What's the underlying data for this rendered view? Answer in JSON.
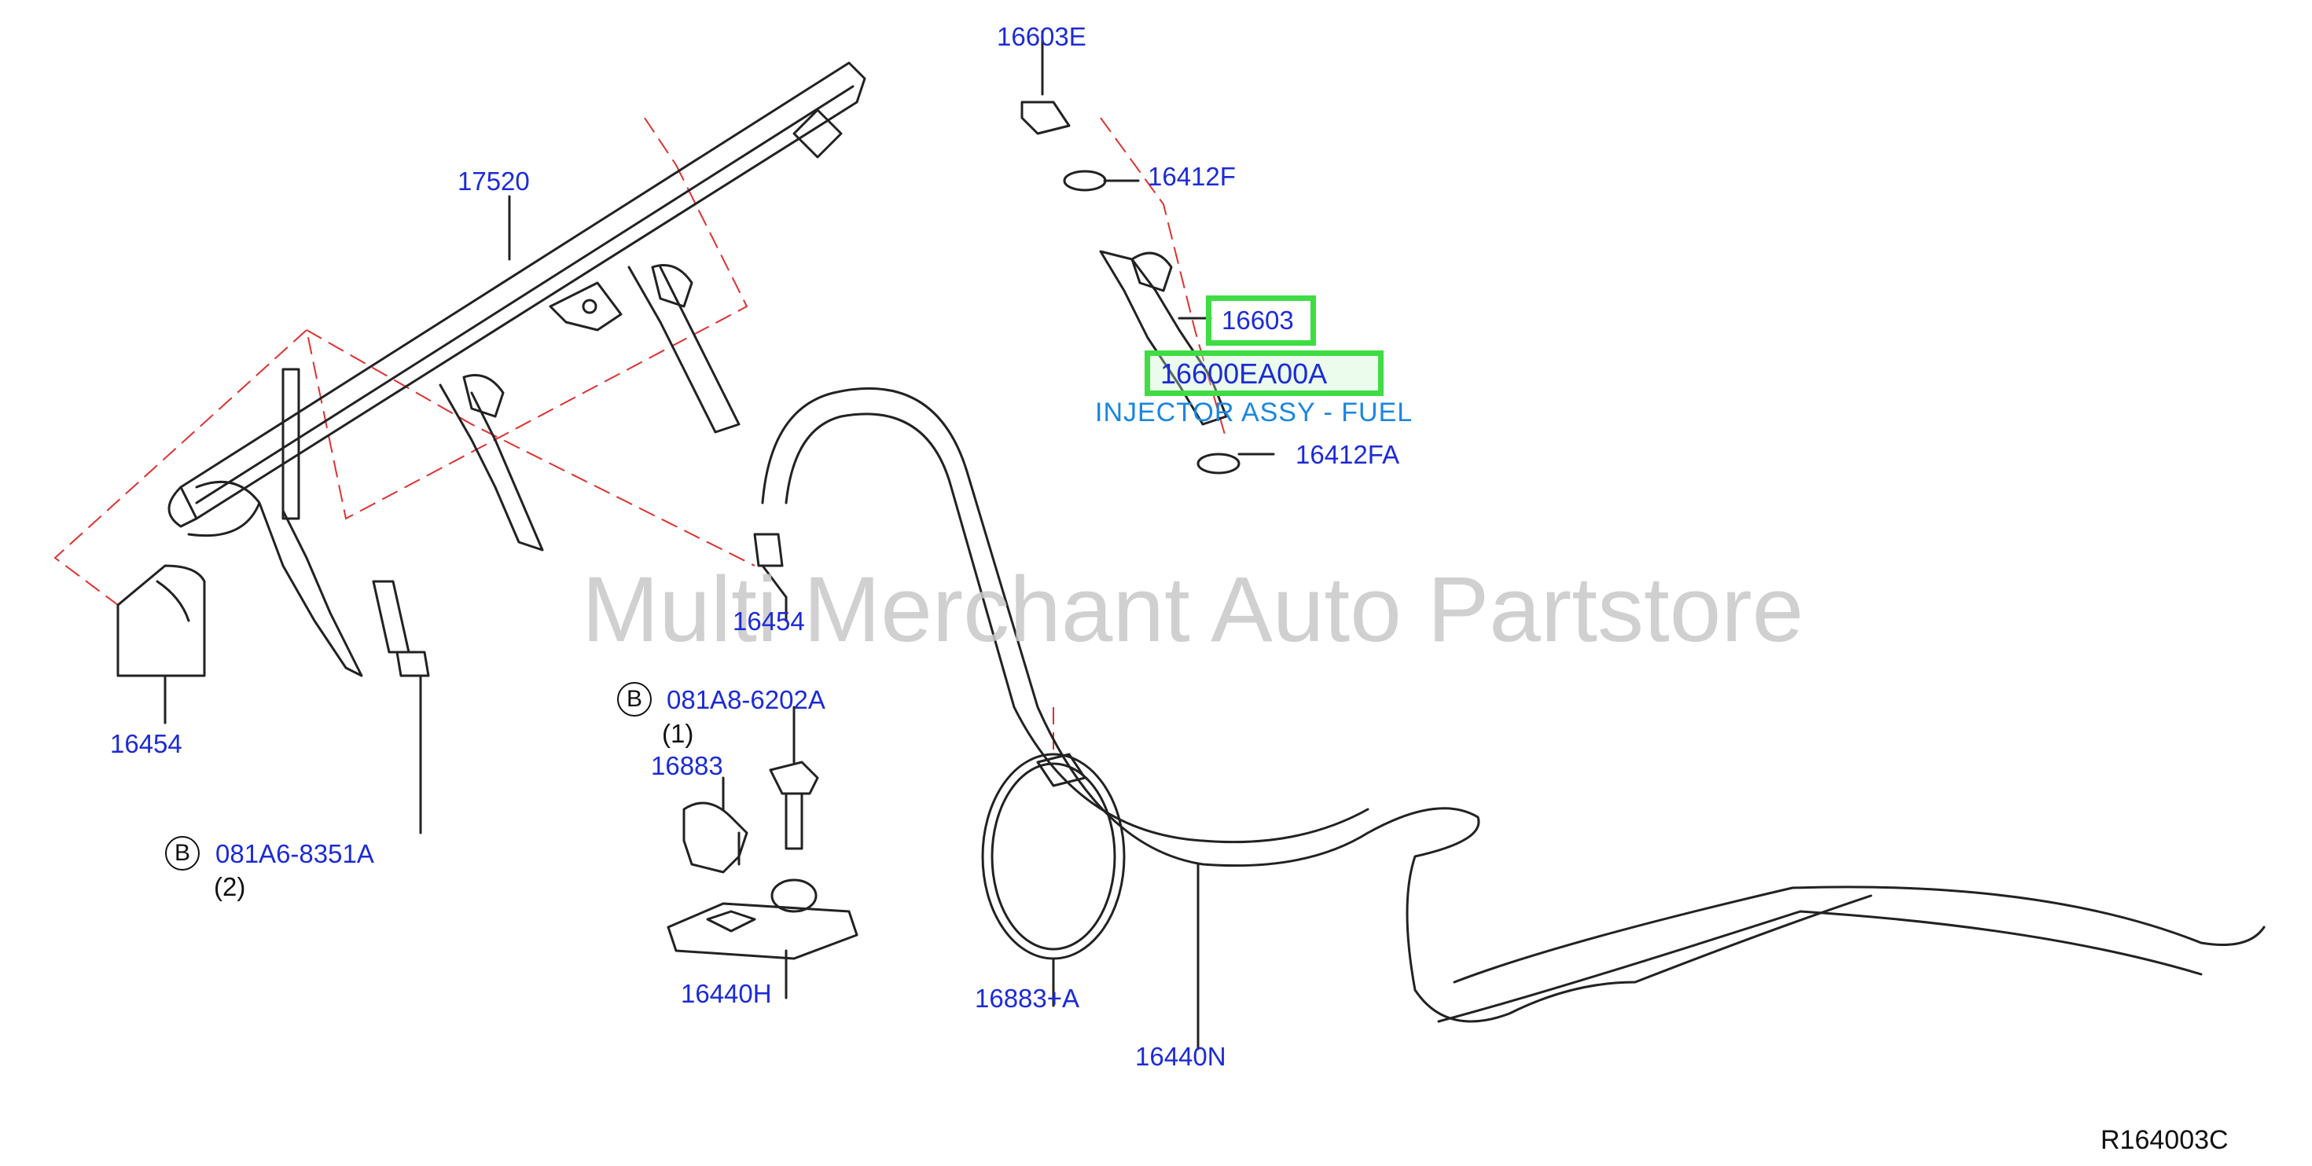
{
  "watermark": "Multi Merchant Auto Partstore",
  "diagram_code": "R164003C",
  "labels": {
    "p16603E": "16603E",
    "p16412F": "16412F",
    "p17520": "17520",
    "p16603": "16603",
    "p16600EA00A": "16600EA00A",
    "injector_desc": "INJECTOR ASSY - FUEL",
    "p16412FA": "16412FA",
    "p16454_center": "16454",
    "p16454_left": "16454",
    "circ_b1": "B",
    "p081A8": "081A8-6202A",
    "qty1": "(1)",
    "p16883": "16883",
    "circ_b2": "B",
    "p081A6": "081A6-8351A",
    "qty2": "(2)",
    "p16440H": "16440H",
    "p16883A": "16883+A",
    "p16440N": "16440N"
  },
  "colors": {
    "label": "#1c2bd6",
    "highlight": "#3fdc44",
    "description": "#1a86e0",
    "line_art": "#222222",
    "dash": "#e03030",
    "watermark": "#c8c8c8"
  }
}
